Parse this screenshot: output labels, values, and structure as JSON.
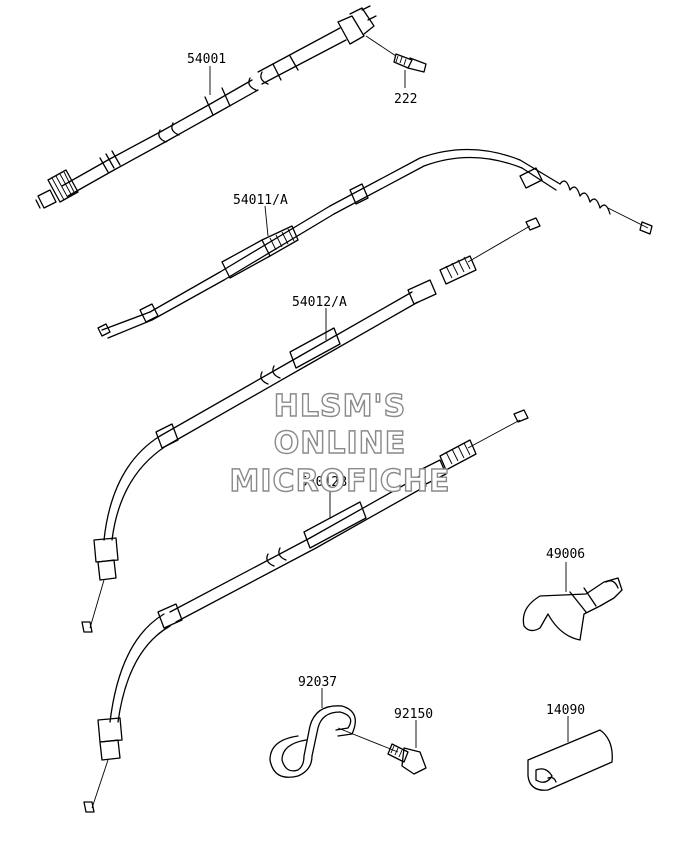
{
  "diagram": {
    "parts": [
      {
        "id": "p54001",
        "number": "54001"
      },
      {
        "id": "p222",
        "number": "222"
      },
      {
        "id": "p54011",
        "number": "54011/A"
      },
      {
        "id": "p54012a",
        "number": "54012/A"
      },
      {
        "id": "p54012b",
        "number": "54012B"
      },
      {
        "id": "p49006",
        "number": "49006"
      },
      {
        "id": "p92037",
        "number": "92037"
      },
      {
        "id": "p92150",
        "number": "92150"
      },
      {
        "id": "p14090",
        "number": "14090"
      }
    ],
    "watermark": [
      "HLSM'S",
      "ONLINE",
      "MICROFICHE"
    ]
  }
}
